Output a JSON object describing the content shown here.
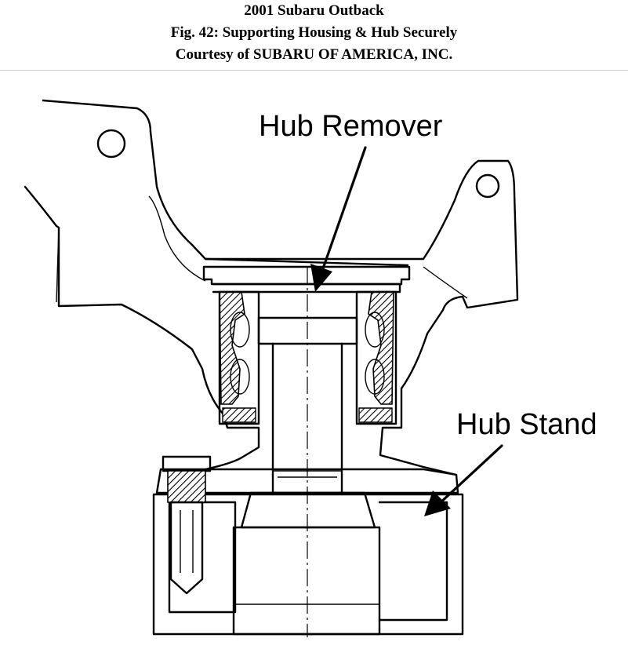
{
  "header": {
    "line1": "2001 Subaru Outback",
    "line2": "Fig. 42: Supporting Housing & Hub Securely",
    "line3": "Courtesy of SUBARU OF AMERICA, INC."
  },
  "labels": {
    "hub_remover": "Hub Remover",
    "hub_stand": "Hub Stand"
  }
}
